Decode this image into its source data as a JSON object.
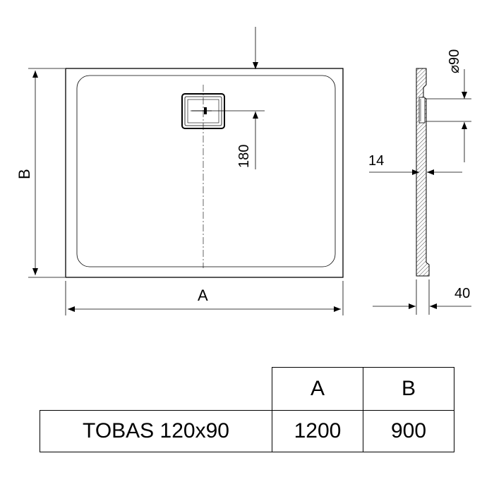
{
  "drawing": {
    "label_A": "A",
    "label_B": "B",
    "dim_drain_offset": "180",
    "dim_drain_diameter": "⌀90",
    "dim_tray_rim": "14",
    "dim_tray_height": "40"
  },
  "table": {
    "headers": [
      "A",
      "B"
    ],
    "rows": [
      {
        "model": "TOBAS 120x90",
        "a": "1200",
        "b": "900"
      }
    ]
  },
  "colors": {
    "line": "#000000",
    "background": "#ffffff"
  }
}
